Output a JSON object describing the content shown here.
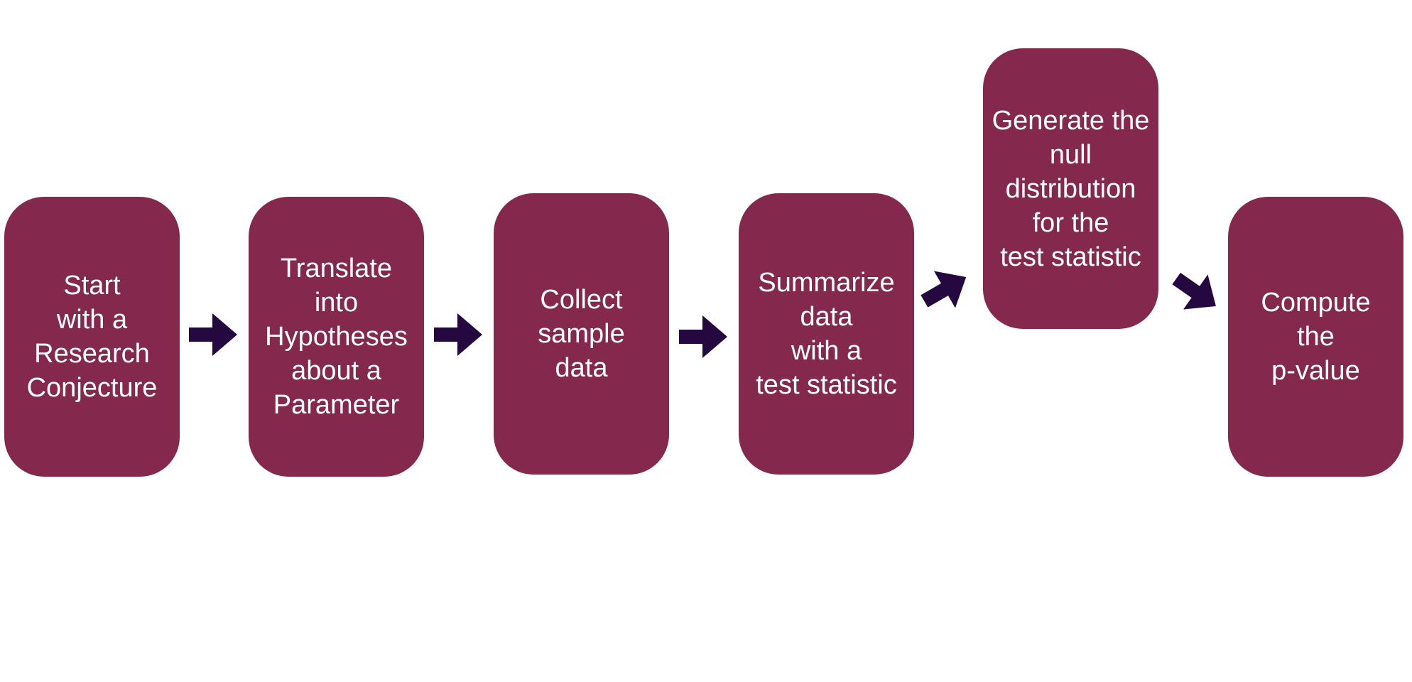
{
  "colors": {
    "box_fill": "#84294d",
    "box_text": "#ffffff",
    "arrow_fill": "#24083f",
    "background": "#ffffff"
  },
  "steps": [
    {
      "label": "Start\nwith a\nResearch\nConjecture"
    },
    {
      "label": "Translate\ninto\nHypotheses\nabout a\nParameter"
    },
    {
      "label": "Collect\nsample\ndata"
    },
    {
      "label": "Summarize\ndata\nwith a\ntest statistic"
    },
    {
      "label": "Generate the\nnull\ndistribution\nfor the\ntest statistic"
    },
    {
      "label": "Compute\nthe\n p-value"
    }
  ],
  "connectors": [
    {
      "from": 1,
      "to": 2,
      "icon": "right-arrow-icon"
    },
    {
      "from": 2,
      "to": 3,
      "icon": "right-arrow-icon"
    },
    {
      "from": 3,
      "to": 4,
      "icon": "right-arrow-icon"
    },
    {
      "from": 4,
      "to": 5,
      "icon": "up-right-arrow-icon"
    },
    {
      "from": 5,
      "to": 6,
      "icon": "down-right-arrow-icon"
    }
  ]
}
